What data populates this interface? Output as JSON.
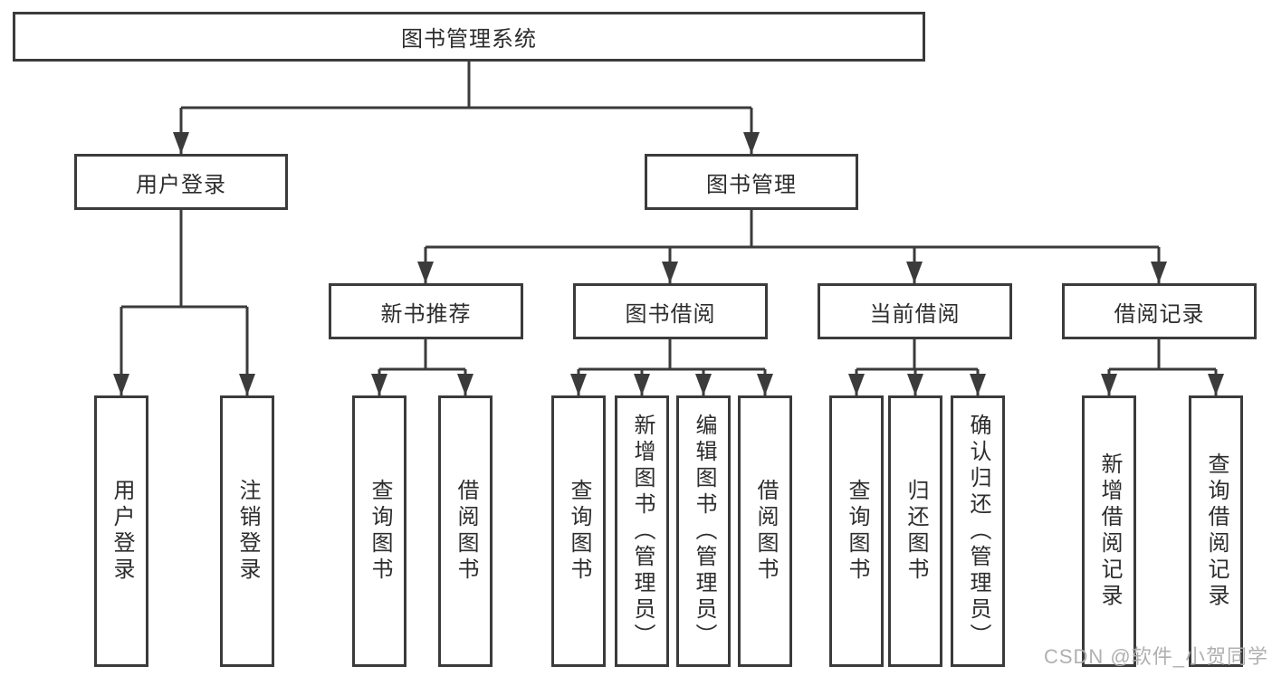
{
  "root": {
    "label": "图书管理系统"
  },
  "level2": [
    {
      "label": "用户登录"
    },
    {
      "label": "图书管理"
    }
  ],
  "level3": [
    {
      "label": "新书推荐"
    },
    {
      "label": "图书借阅"
    },
    {
      "label": "当前借阅"
    },
    {
      "label": "借阅记录"
    }
  ],
  "leaves": {
    "user_login": [
      "用户登录",
      "注销登录"
    ],
    "new_book_recommend": [
      "查询图书",
      "借阅图书"
    ],
    "book_borrow": [
      "查询图书",
      "新增图书（管理员）",
      "编辑图书（管理员）",
      "借阅图书"
    ],
    "current_borrow": [
      "查询图书",
      "归还图书",
      "确认归还（管理员）"
    ],
    "borrow_records": [
      "新增借阅记录",
      "查询借阅记录"
    ]
  },
  "watermark": {
    "text": "CSDN @软件_小贺同学"
  },
  "colors": {
    "line": "#3b3b3b",
    "box_border": "#3b3b3b",
    "text": "#2d2d2d",
    "watermark": "#acacac",
    "background": "#ffffff"
  }
}
